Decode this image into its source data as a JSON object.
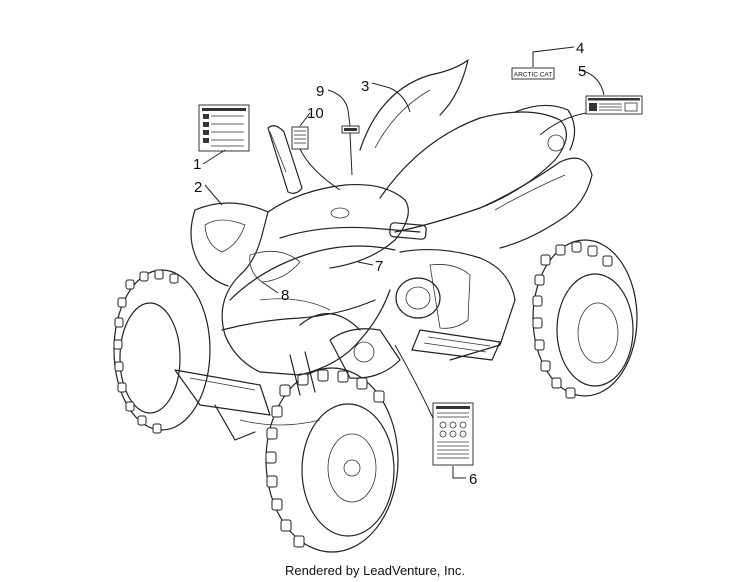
{
  "callouts": [
    {
      "id": "1",
      "label": "1"
    },
    {
      "id": "2",
      "label": "2"
    },
    {
      "id": "3",
      "label": "3"
    },
    {
      "id": "4",
      "label": "4"
    },
    {
      "id": "5",
      "label": "5"
    },
    {
      "id": "6",
      "label": "6"
    },
    {
      "id": "7",
      "label": "7"
    },
    {
      "id": "8",
      "label": "8"
    },
    {
      "id": "9",
      "label": "9"
    },
    {
      "id": "10",
      "label": "10"
    }
  ],
  "decal_4_text": "ARCTIC CAT",
  "footer": "Rendered by LeadVenture, Inc."
}
